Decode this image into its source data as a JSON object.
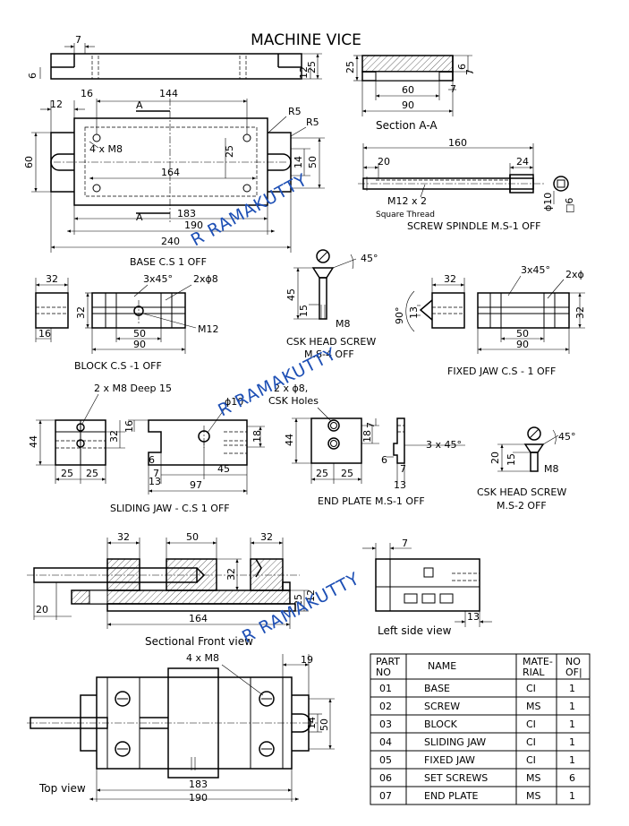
{
  "title": "MACHINE VICE",
  "watermark": "R RAMAKUTTY",
  "dims": {
    "d7": "7",
    "d6": "6",
    "d25": "25",
    "d12": "12",
    "d16": "16",
    "d144": "144",
    "dA": "A",
    "dR5": "R5",
    "d60": "60",
    "d164": "164",
    "d183": "183",
    "d190": "190",
    "d240": "240",
    "d14": "14",
    "d50": "50",
    "d90": "90",
    "d160": "160",
    "d20": "20",
    "d24": "24",
    "d10": "ϕ10",
    "d32": "32",
    "d45": "45",
    "d15": "15",
    "d45deg": "45°",
    "d90deg": "90°",
    "d13": "13",
    "d44": "44",
    "d18": "18",
    "d97": "97",
    "d8": "8",
    "d19": "19",
    "d25b": "25",
    "d7b": "7"
  },
  "notes": {
    "four_m8": "4 x M8",
    "m12x2": "M12 x 2",
    "square_thread": "Square Thread",
    "chamfer": "3x45°",
    "two_phi8": "2xϕ8",
    "m12": "M12",
    "m8": "M8",
    "two_phi_fixed": "2xϕ",
    "two_m8_deep": "2 x M8 Deep 15",
    "phi10": "ϕ10",
    "two_phi8_csk": "2 x ϕ8,",
    "csk_holes": "CSK Holes",
    "chamfer_end": "3 x 45°",
    "square_sym": "□6"
  },
  "labels": {
    "section_aa": "Section A-A",
    "base": "BASE C.S  1 OFF",
    "screw_spindle": "SCREW SPINDLE  M.S-1 OFF",
    "block": "BLOCK  C.S -1 OFF",
    "csk_screw_1_a": "CSK HEAD SCREW",
    "csk_screw_1_b": "M.S-4 OFF",
    "fixed_jaw": "FIXED JAW  C.S - 1 OFF",
    "sliding_jaw": "SLIDING JAW -  C.S 1 OFF",
    "end_plate": "END PLATE M.S-1 OFF",
    "csk_screw_2_a": "CSK HEAD SCREW",
    "csk_screw_2_b": "M.S-2 OFF",
    "sectional_front": "Sectional Front view",
    "left_side": "Left side view",
    "top_view": "Top view"
  },
  "parts_table": {
    "headers": [
      "PART NO",
      "NAME",
      "MATE-RIAL",
      "NO OFF"
    ],
    "header_lines": [
      [
        "PART",
        "NO"
      ],
      [
        "NAME"
      ],
      [
        "MATE-",
        "RIAL"
      ],
      [
        "NO",
        "OF|"
      ]
    ],
    "rows": [
      [
        "01",
        "BASE",
        "CI",
        "1"
      ],
      [
        "02",
        "SCREW",
        "MS",
        "1"
      ],
      [
        "03",
        "BLOCK",
        "CI",
        "1"
      ],
      [
        "04",
        "SLIDING JAW",
        "CI",
        "1"
      ],
      [
        "05",
        "FIXED JAW",
        "CI",
        "1"
      ],
      [
        "06",
        "SET SCREWS",
        "MS",
        "6"
      ],
      [
        "07",
        "END PLATE",
        "MS",
        "1"
      ]
    ]
  }
}
